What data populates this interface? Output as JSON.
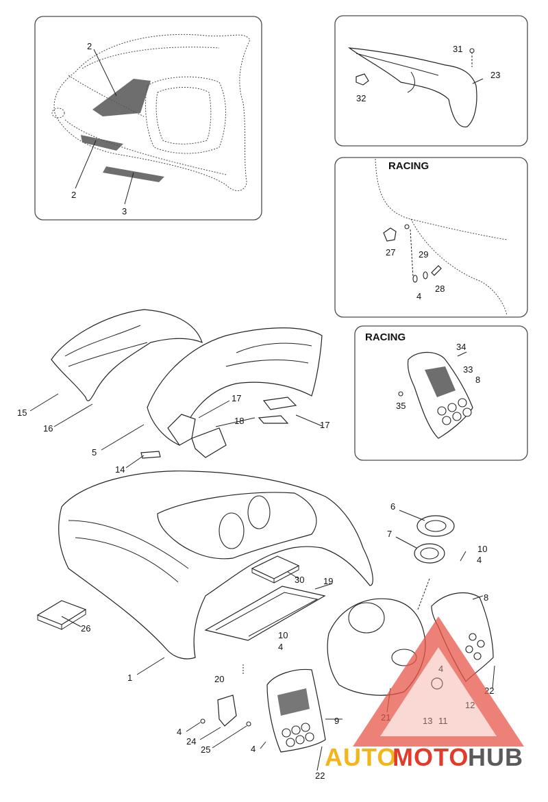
{
  "panels": {
    "top_view": {
      "labels": [
        "2",
        "2",
        "3"
      ]
    },
    "rear_detail": {
      "labels": [
        "31",
        "23",
        "32"
      ]
    },
    "racing_side": {
      "title": "RACING",
      "labels": [
        "27",
        "29",
        "28",
        "4"
      ]
    },
    "racing_panel": {
      "title": "RACING",
      "labels": [
        "34",
        "33",
        "8",
        "35"
      ]
    }
  },
  "callouts": [
    "15",
    "16",
    "17",
    "17",
    "18",
    "5",
    "14",
    "6",
    "7",
    "10",
    "4",
    "30",
    "19",
    "8",
    "26",
    "10",
    "4",
    "1",
    "20",
    "21",
    "4",
    "12",
    "22",
    "13",
    "11",
    "9",
    "4",
    "24",
    "25",
    "4",
    "22"
  ],
  "watermark": {
    "part1": "AUTO",
    "part2": "MOTO",
    "part3": "HUB"
  },
  "colors": {
    "watermark_red": "#e23b2a",
    "watermark_yellow": "#f2b51a",
    "watermark_gray": "#5a5a5a",
    "triangle_fill": "#f4a9a0"
  }
}
